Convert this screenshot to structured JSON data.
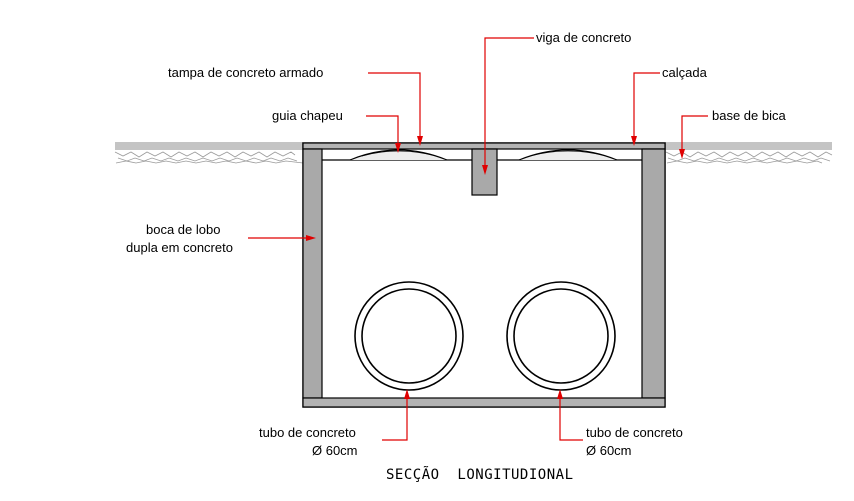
{
  "labels": {
    "viga": "viga de concreto",
    "tampa": "tampa de concreto armado",
    "calcada": "calçada",
    "guia": "guia chapeu",
    "base": "base de bica",
    "boca_line1": "boca de lobo",
    "boca_line2": "dupla em concreto",
    "tubo1_line1": "tubo de concreto",
    "tubo1_line2": "Ø 60cm",
    "tubo2_line1": "tubo de concreto",
    "tubo2_line2": "Ø 60cm"
  },
  "title": "SECÇÃO  LONGITUDIONAL",
  "colors": {
    "leader": "#e00000",
    "concrete": "#a9a9a9",
    "ground": "#c4c4c4"
  }
}
